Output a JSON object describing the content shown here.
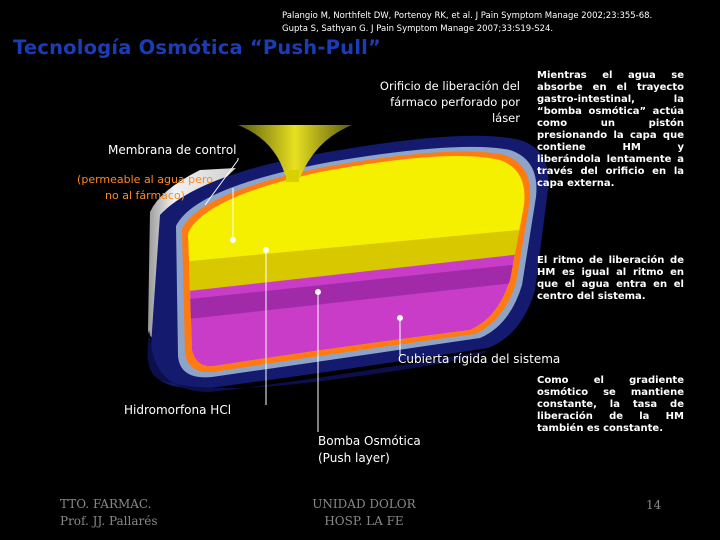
{
  "references": [
    "Palangio M, Northfelt DW, Portenoy RK, et al. J Pain Symptom Manage 2002;23:355-68.",
    "Gupta S, Sathyan G. J Pain Symptom Manage 2007;33:S19-S24."
  ],
  "title": "Tecnología Osmótica “Push-Pull”",
  "labels": {
    "orifice": "Orificio de liberación del fármaco perforado por láser",
    "membrane": "Membrana de control",
    "membrane_note": "(permeable al agua pero no al fármaco)",
    "cover": "Cubierta rígida del sistema",
    "drug": "Hidromorfona HCl",
    "pump": "Bomba Osmótica (Push layer)"
  },
  "notes": {
    "note1": "Mientras el agua se absorbe en el trayecto gastro-intestinal, la “bomba osmótica” actúa como un pistón presionando la capa que contiene HM y liberándola lentamente a través del orificio en la capa externa.",
    "note2": "El ritmo de liberación de HM es igual al ritmo en que el agua entra en el centro del sistema.",
    "note3": "Como el gradiente osmótico se mantiene constante, la tasa de liberación de la HM también es constante."
  },
  "footer": {
    "left_line1": "TTO. FARMAC.",
    "left_line2": "Prof. JJ. Pallarés",
    "center_line1": "UNIDAD DOLOR",
    "center_line2": "HOSP. LA FE",
    "page_number": "14"
  },
  "colors": {
    "title": "#1a3cb8",
    "outer_shell": "#141a6e",
    "membrane": "#ff7a10",
    "drug_layer": "#f5f000",
    "push_layer": "#c83cc8",
    "cylinder_side": "#e6e6e6"
  }
}
